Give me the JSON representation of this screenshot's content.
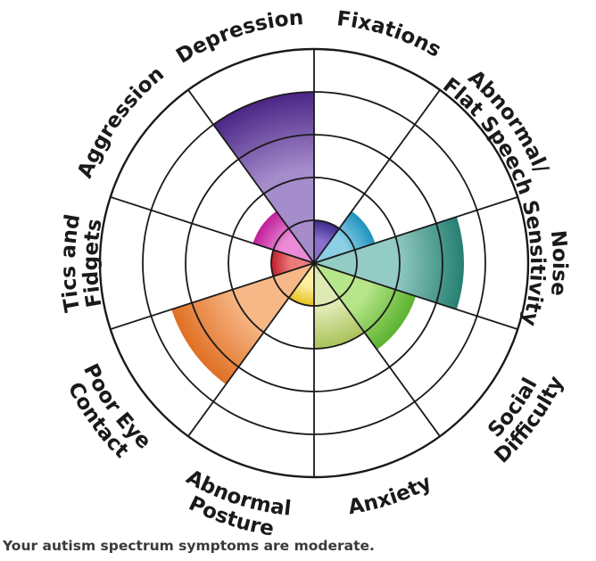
{
  "chart_data": {
    "type": "polar-area",
    "rings": 5,
    "max": 5,
    "categories": [
      {
        "name": "Fixations",
        "lines": [
          "Fixations"
        ],
        "value": 1,
        "color_light": "#8a6fcf",
        "color_dark": "#3a2a8a"
      },
      {
        "name": "Abnormal/ Flat Speech",
        "lines": [
          "Abnormal/",
          "Flat Speech"
        ],
        "value": 1.5,
        "color_light": "#8ccfe6",
        "color_dark": "#1e93bd"
      },
      {
        "name": "Noise Sensitivity",
        "lines": [
          "Noise",
          "Sensitivity"
        ],
        "value": 3.5,
        "color_light": "#93ccc4",
        "color_dark": "#267f72"
      },
      {
        "name": "Social Difficulty",
        "lines": [
          "Social",
          "Difficulty"
        ],
        "value": 2.5,
        "color_light": "#b7e68a",
        "color_dark": "#5bb22e"
      },
      {
        "name": "Anxiety",
        "lines": [
          "Anxiety"
        ],
        "value": 2,
        "color_light": "#dfeab2",
        "color_dark": "#a9c25a"
      },
      {
        "name": "Abnormal Posture",
        "lines": [
          "Abnormal",
          "Posture"
        ],
        "value": 1,
        "color_light": "#fbeea0",
        "color_dark": "#e7c21b"
      },
      {
        "name": "Poor Eye Contact",
        "lines": [
          "Poor Eye",
          "Contact"
        ],
        "value": 3.5,
        "color_light": "#f7b888",
        "color_dark": "#e07024"
      },
      {
        "name": "Tics and Fidgets",
        "lines": [
          "Tics and",
          "Fidgets"
        ],
        "value": 1,
        "color_light": "#ec7b7b",
        "color_dark": "#c31d2b"
      },
      {
        "name": "Aggression",
        "lines": [
          "Aggression"
        ],
        "value": 1.5,
        "color_light": "#e98bd6",
        "color_dark": "#c01e9b"
      },
      {
        "name": "Depression",
        "lines": [
          "Depression"
        ],
        "value": 4,
        "color_light": "#a58ccb",
        "color_dark": "#4b2586"
      }
    ],
    "grid": true,
    "legend": "none"
  },
  "result_text": "Your autism spectrum symptoms are moderate."
}
